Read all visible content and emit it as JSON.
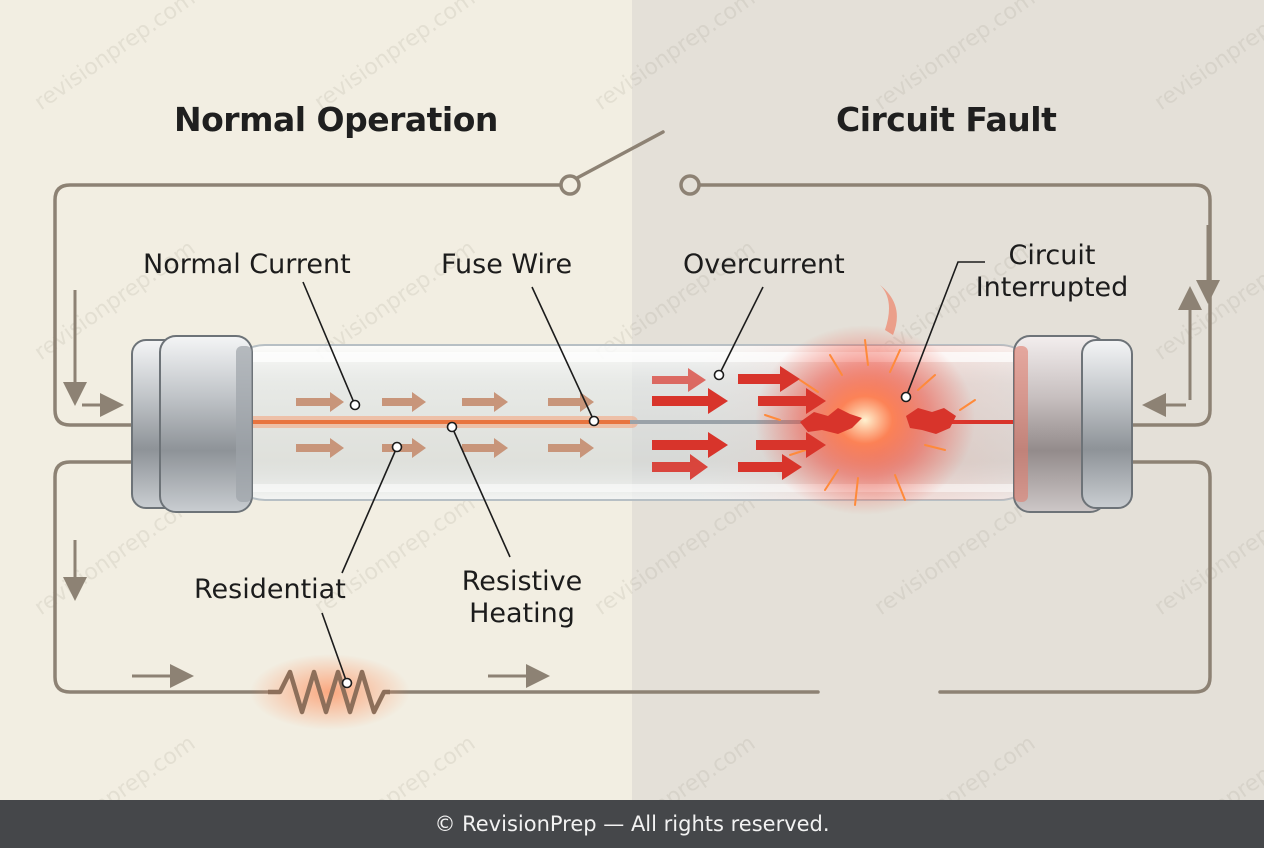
{
  "headings": {
    "left": "Normal Operation",
    "right": "Circuit Fault"
  },
  "labels": {
    "normal_current": "Normal Current",
    "fuse_wire": "Fuse Wire",
    "overcurrent": "Overcurrent",
    "circuit_interrupted_line1": "Circuit",
    "circuit_interrupted_line2": "Interrupted",
    "residential": "Residentiat",
    "resistive_heating_line1": "Resistive",
    "resistive_heating_line2": "Heating"
  },
  "watermark": "revisionprep.com",
  "footer": "© RevisionPrep — All rights reserved.",
  "colors": {
    "left_background": "#f2eee2",
    "right_background": "#e4e0d8",
    "wire": "#8d8274",
    "fuse_wire_glow": "#f08a55",
    "fault_red": "#d8342b",
    "footer_background": "#45474a"
  }
}
